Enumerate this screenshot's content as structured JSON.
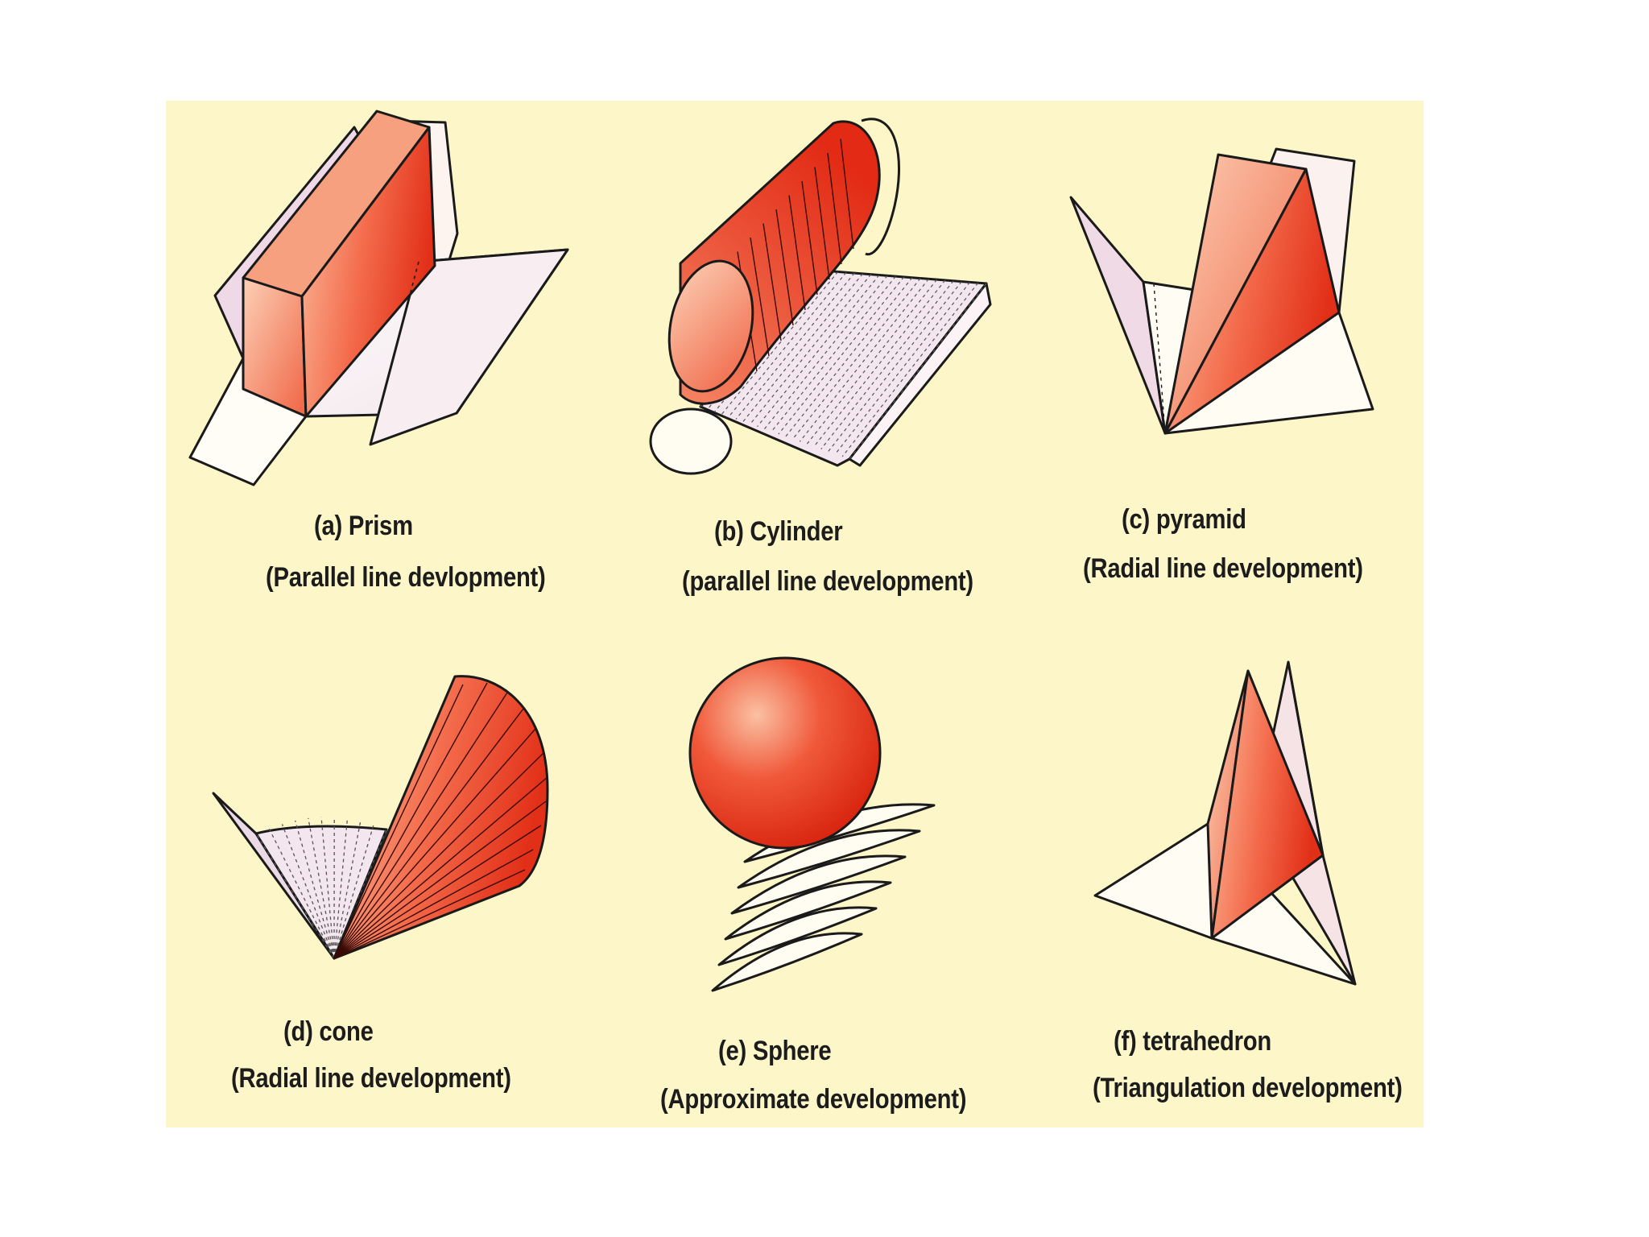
{
  "colors": {
    "background": "#fcf6c8",
    "solid_light": "#fbb89a",
    "solid_dark": "#e8321c",
    "sheet_fill": "#ffffff",
    "sheet_shadow": "#eed6e4",
    "outline": "#1a1a1a"
  },
  "figures": [
    {
      "id": "prism",
      "label": "(a) Prism",
      "method": "(Parallel line devlopment)"
    },
    {
      "id": "cylinder",
      "label": "(b) Cylinder",
      "method": "(parallel line development)"
    },
    {
      "id": "pyramid",
      "label": "(c) pyramid",
      "method": "(Radial line development)"
    },
    {
      "id": "cone",
      "label": "(d) cone",
      "method": "(Radial line development)"
    },
    {
      "id": "sphere",
      "label": "(e) Sphere",
      "method": "(Approximate development)"
    },
    {
      "id": "tetrahedron",
      "label": "(f) tetrahedron",
      "method": "(Triangulation development)"
    }
  ]
}
